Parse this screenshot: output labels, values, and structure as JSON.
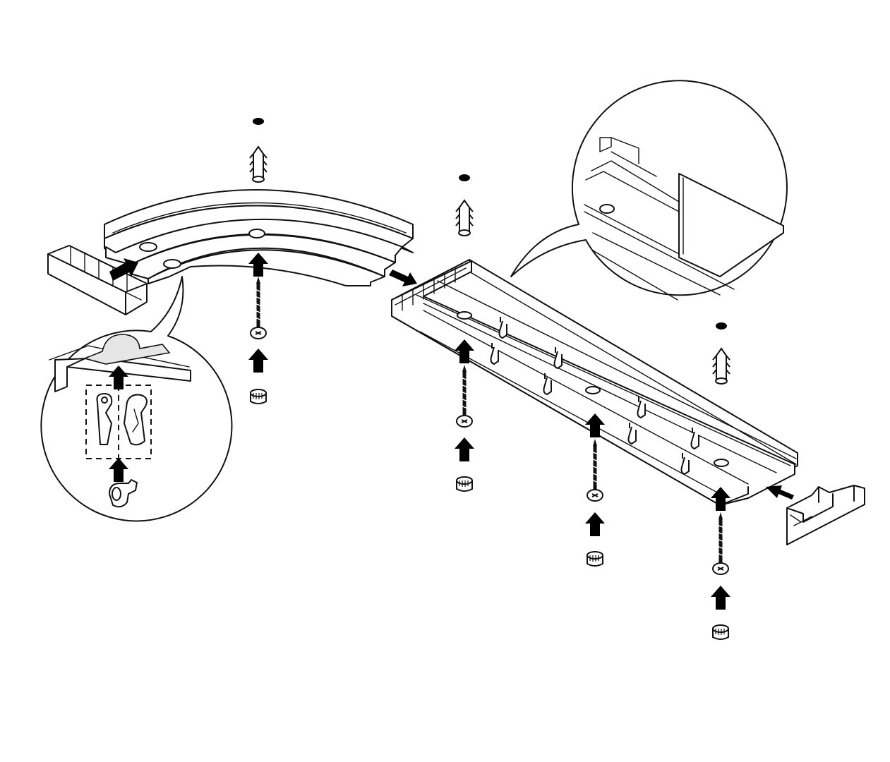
{
  "colors": {
    "line": "#111111",
    "fill": "#ffffff",
    "arrow": "#000000",
    "shade": "#e6e6e6"
  },
  "icons": {
    "arrow": "up-arrow-icon",
    "screw": "screw-icon",
    "wall-plug": "wall-plug-icon",
    "drill-hole": "drill-hole-icon",
    "cap": "screw-cap-icon"
  },
  "parts": [
    "curved-rail-section",
    "straight-rail-section",
    "left-end-cap",
    "right-end-cap",
    "rail-glider-hooks",
    "mounting-screws",
    "wall-plugs",
    "screw-caps"
  ]
}
